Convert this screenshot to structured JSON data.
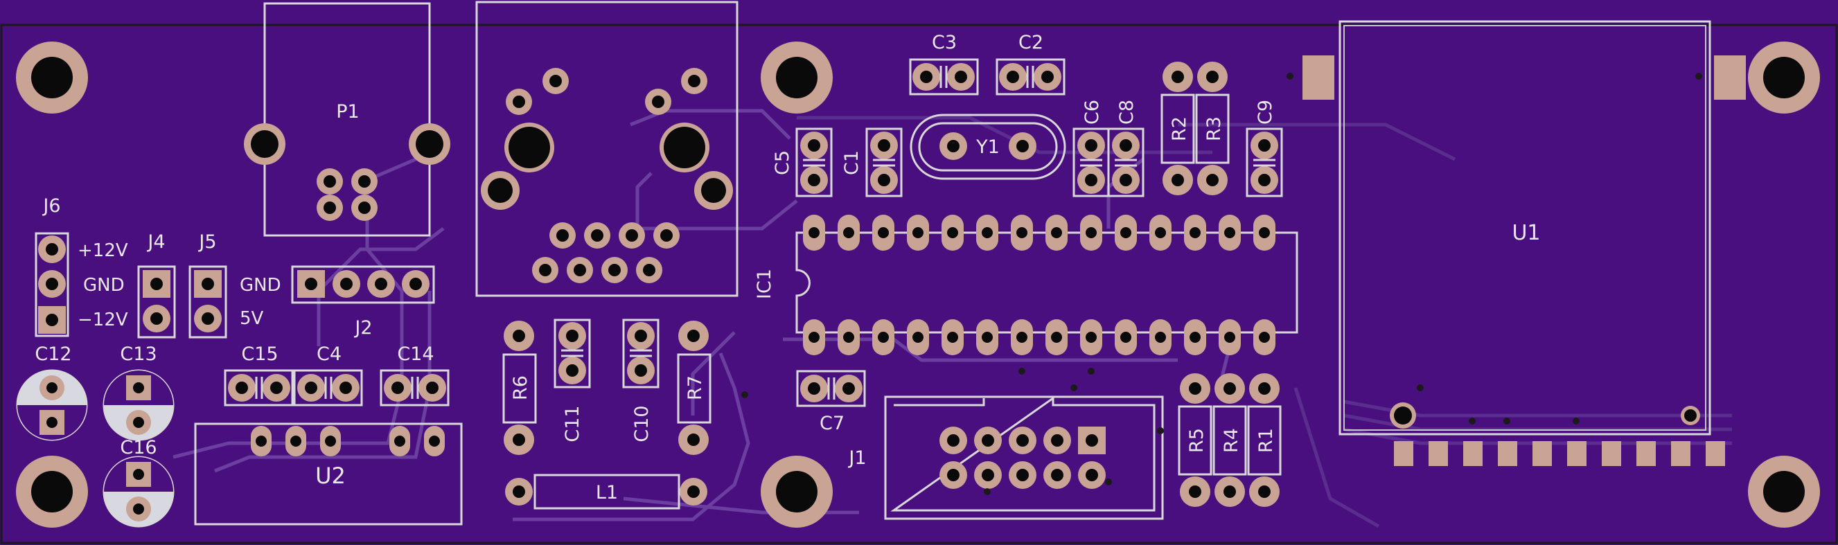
{
  "board": {
    "colors": {
      "soldermask": "#4a0f7e",
      "copper": "#c9a393",
      "silkscreen": "#d8d8d8",
      "drill": "#0a0a0a"
    },
    "labels": {
      "P1": "P1",
      "J6": "J6",
      "J4": "J4",
      "J5": "J5",
      "J2": "J2",
      "J1": "J1",
      "U1": "U1",
      "U2": "U2",
      "IC1": "IC1",
      "Y1": "Y1",
      "L1": "L1",
      "C1": "C1",
      "C2": "C2",
      "C3": "C3",
      "C4": "C4",
      "C5": "C5",
      "C6": "C6",
      "C7": "C7",
      "C8": "C8",
      "C9": "C9",
      "C10": "C10",
      "C11": "C11",
      "C12": "C12",
      "C13": "C13",
      "C14": "C14",
      "C15": "C15",
      "C16": "C16",
      "R1": "R1",
      "R2": "R2",
      "R3": "R3",
      "R4": "R4",
      "R5": "R5",
      "R6": "R6",
      "R7": "R7"
    },
    "net_labels": {
      "p12": "+12V",
      "gnd_j6": "GND",
      "m12": "−12V",
      "gnd_j5": "GND",
      "v5": "5V"
    }
  }
}
